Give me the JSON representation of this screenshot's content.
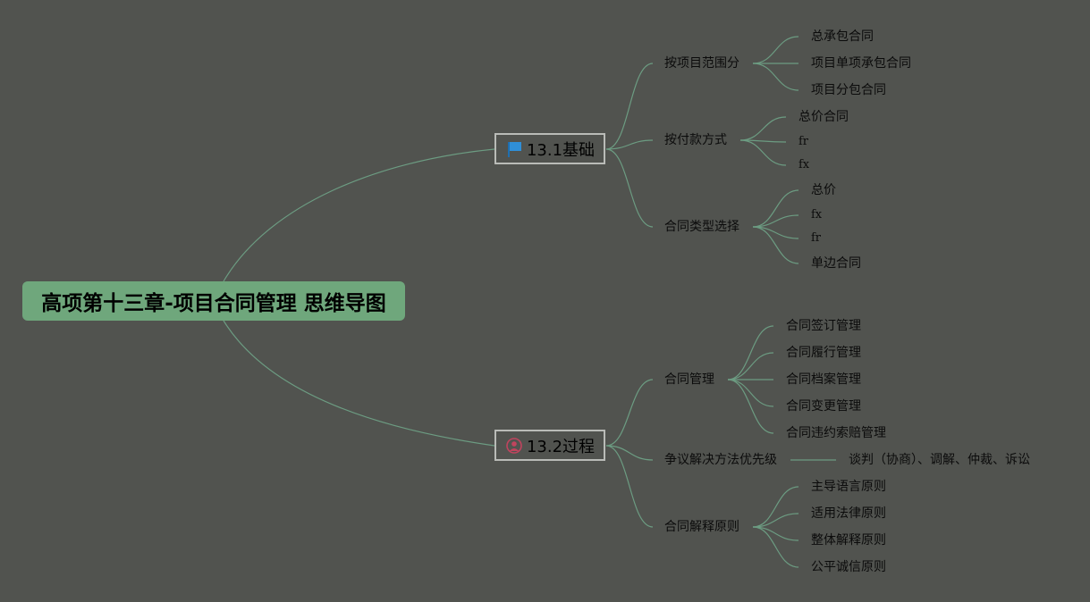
{
  "colors": {
    "background": "#51534f",
    "root_fill": "#6fa77c",
    "connector": "#6c9c82",
    "main_border": "#b9bbb7",
    "flag_icon": "#2f8fd8",
    "person_icon": "#c0445e"
  },
  "root": {
    "label": "高项第十三章-项目合同管理 思维导图"
  },
  "branches": [
    {
      "label": "13.1基础",
      "icon": "flag-icon",
      "children": [
        {
          "label": "按项目范围分",
          "children": [
            "总承包合同",
            "项目单项承包合同",
            "项目分包合同"
          ]
        },
        {
          "label": "按付款方式",
          "children": [
            "总价合同",
            "fr",
            "fx"
          ]
        },
        {
          "label": "合同类型选择",
          "children": [
            "总价",
            "fx",
            "fr",
            "单边合同"
          ]
        }
      ]
    },
    {
      "label": "13.2过程",
      "icon": "person-icon",
      "children": [
        {
          "label": "合同管理",
          "children": [
            "合同签订管理",
            "合同履行管理",
            "合同档案管理",
            "合同变更管理",
            "合同违约索赔管理"
          ]
        },
        {
          "label": "争议解决方法优先级",
          "children": [
            "谈判（协商）、调解、仲裁、诉讼"
          ]
        },
        {
          "label": "合同解释原则",
          "children": [
            "主导语言原则",
            "适用法律原则",
            "整体解释原则",
            "公平诚信原则"
          ]
        }
      ]
    }
  ]
}
